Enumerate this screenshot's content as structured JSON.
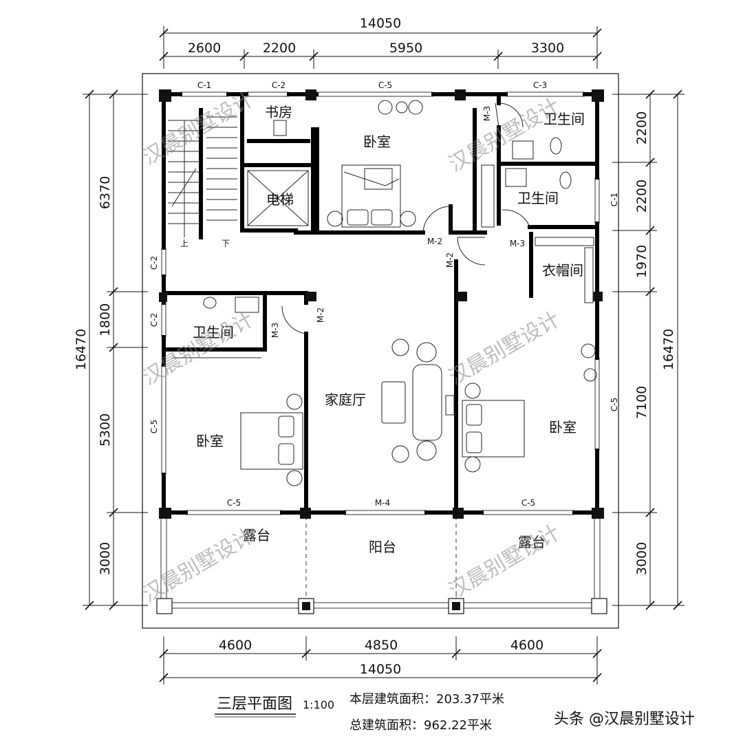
{
  "dimensions": {
    "top_total": "14050",
    "top_segments": [
      "2600",
      "2200",
      "5950",
      "3300"
    ],
    "bottom_segments": [
      "4600",
      "4850",
      "4600"
    ],
    "bottom_total": "14050",
    "left_total": "16470",
    "left_segments": [
      "6370",
      "1800",
      "5300",
      "3000"
    ],
    "right_total": "16470",
    "right_segments": [
      "2200",
      "2200",
      "1970",
      "7100",
      "3000"
    ]
  },
  "openings": {
    "c1_top": "C-1",
    "c2_top": "C-2",
    "c5_top": "C-5",
    "c3_top": "C-3",
    "c1_right": "C-1",
    "c5_right": "C-5",
    "c2_left_a": "C-2",
    "c2_left_b": "C-2",
    "c5_left": "C-5",
    "c5_bottom_left": "C-5",
    "m4_bottom": "M-4",
    "c5_bottom_right": "C-5",
    "m3_top": "M-3",
    "m2_mid": "M-2",
    "m2_vert": "M-2",
    "m3_mid": "M-3",
    "m3_left": "M-3",
    "m2_left": "M-2"
  },
  "rooms": {
    "study": "书房",
    "bedroom_top": "卧室",
    "bath_top": "卫生间",
    "bath_mid": "卫生间",
    "elevator": "电梯",
    "closet": "衣帽间",
    "bath_left": "卫生间",
    "family_hall": "家庭厅",
    "bedroom_left": "卧室",
    "bedroom_right": "卧室",
    "terrace_left": "露台",
    "balcony": "阳台",
    "terrace_right": "露台",
    "stair_up": "上",
    "stair_down": "下"
  },
  "watermark": "汉晨别墅设计",
  "footer": {
    "plan_title": "三层平面图",
    "scale": "1:100",
    "floor_area": "本层建筑面积：203.37平米",
    "total_area": "总建筑面积：962.22平米",
    "source": "头条 @汉晨别墅设计"
  }
}
